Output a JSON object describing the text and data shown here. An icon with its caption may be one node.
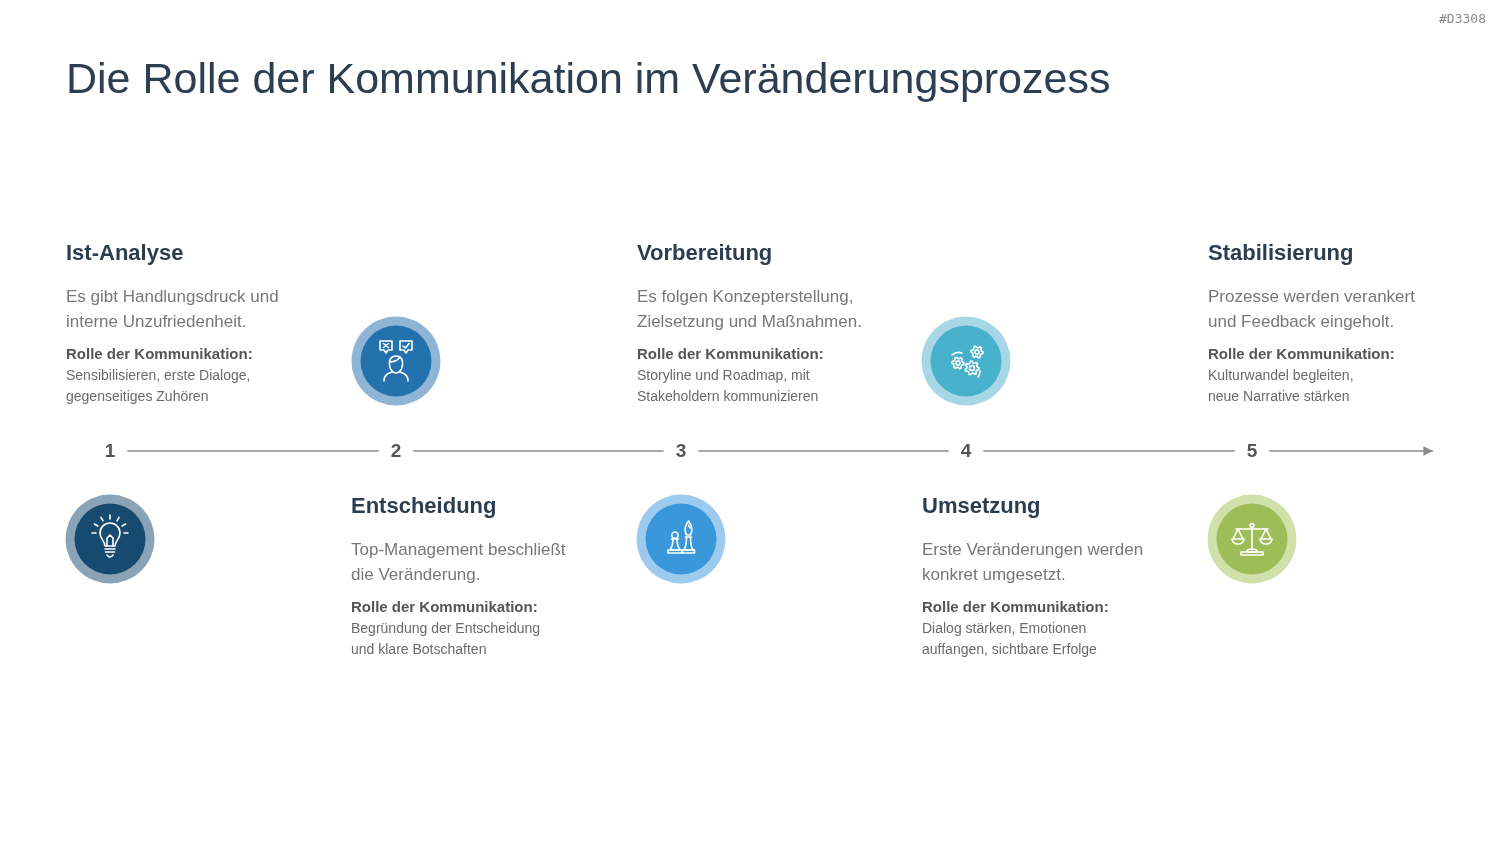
{
  "diagram": {
    "title": "Die Rolle der Kommunikation im Veränderungsprozess",
    "nodes": [
      {
        "text": [
          "1"
        ]
      },
      {
        "text": [
          "2"
        ]
      },
      {
        "text": [
          "3"
        ]
      },
      {
        "text": [
          "4"
        ]
      },
      {
        "text": [
          "5"
        ]
      }
    ],
    "edges": [
      {
        "from": 0,
        "to": 1,
        "arrow": "none"
      },
      {
        "from": 1,
        "to": 2,
        "arrow": "none"
      },
      {
        "from": 2,
        "to": 3,
        "arrow": "none"
      },
      {
        "from": 3,
        "to": 4,
        "arrow": "none"
      },
      {
        "from": 4,
        "to": null,
        "arrow": "to"
      }
    ],
    "labels": [
      "#D3308",
      "Ist-Analyse",
      "Es gibt Handlungsdruck und interne Unzufriedenheit.",
      "Rolle der Kommunikation:",
      "Sensibilisieren, erste Dialoge, gegenseitiges Zuhören",
      "Entscheidung",
      "Top-Management beschließt die Veränderung.",
      "Rolle der Kommunikation:",
      "Begründung der Entscheidung und klare Botschaften",
      "Vorbereitung",
      "Es folgen Konzepterstellung, Zielsetzung und Maßnahmen.",
      "Rolle der Kommunikation:",
      "Storyline und Roadmap, mit Stakeholdern kommunizieren",
      "Umsetzung",
      "Erste Veränderungen werden konkret umgesetzt.",
      "Rolle der Kommunikation:",
      "Dialog stärken, Emotionen auffangen, sichtbare Erfolge",
      "Stabilisierung",
      "Prozesse werden verankert und Feedback eingeholt.",
      "Rolle der Kommunikation:",
      "Kulturwandel begleiten, neue Narrative stärken"
    ]
  }
}
